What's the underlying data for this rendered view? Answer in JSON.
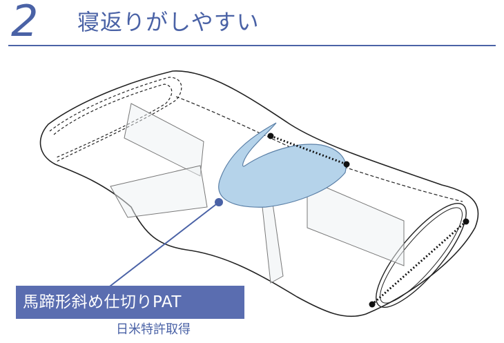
{
  "header": {
    "step_number": "2",
    "title": "寝返りがしやすい"
  },
  "callout": {
    "label": "馬蹄形斜め仕切りPAT",
    "note": "日米特許取得"
  },
  "colors": {
    "accent": "#4a62a6",
    "callout_bg": "#5a6db0",
    "highlight_fill": "#b5d3ea"
  }
}
